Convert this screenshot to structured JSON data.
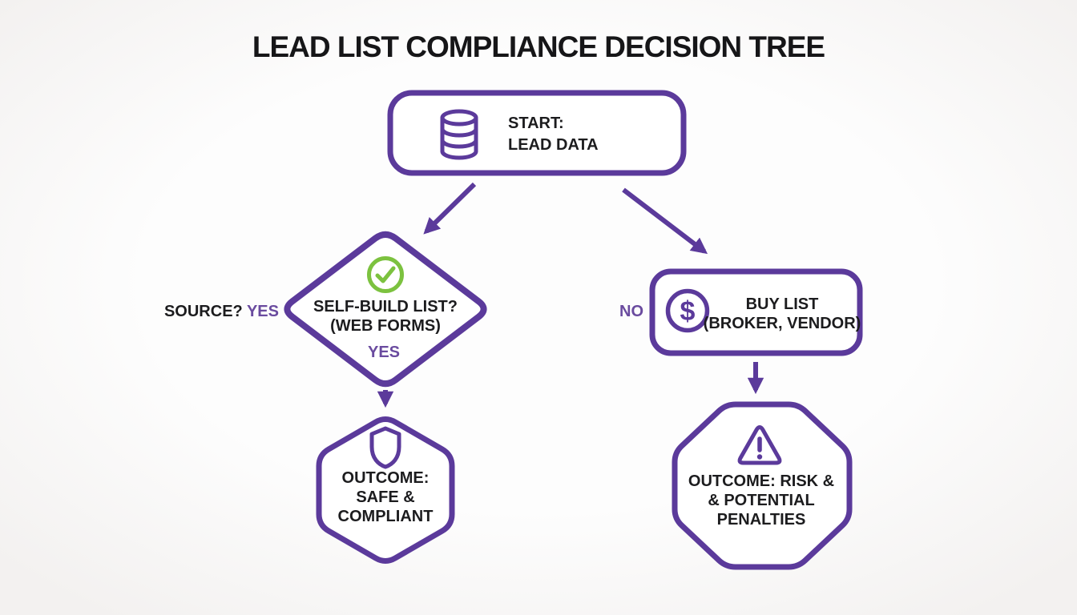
{
  "title": "LEAD LIST COMPLIANCE DECISION TREE",
  "colors": {
    "shape_purple": "#5b3a9b",
    "label_purple": "#6a4b9f",
    "check_green": "#7cc23f",
    "ink": "#1c1c1e"
  },
  "nodes": {
    "start": {
      "icon": "database-icon",
      "line1": "START:",
      "line2": "LEAD DATA"
    },
    "self_build": {
      "icon": "check-circle-icon",
      "line1": "SELF-BUILD LIST?",
      "line2": "(WEB FORMS)",
      "inner_label": "YES"
    },
    "buy_list": {
      "icon": "dollar-circle-icon",
      "line1": "BUY LIST",
      "line2": "(BROKER, VENDOR)"
    },
    "outcome_safe": {
      "icon": "shield-icon",
      "line1": "OUTCOME:",
      "line2": "SAFE &",
      "line3": "COMPLIANT"
    },
    "outcome_risk": {
      "icon": "warning-icon",
      "line1": "OUTCOME: RISK &",
      "line2": "& POTENTIAL",
      "line3": "PENALTIES"
    }
  },
  "labels": {
    "source_question": "SOURCE?",
    "yes": "YES",
    "no": "NO"
  },
  "icon_glyphs": {
    "dollar": "$"
  }
}
